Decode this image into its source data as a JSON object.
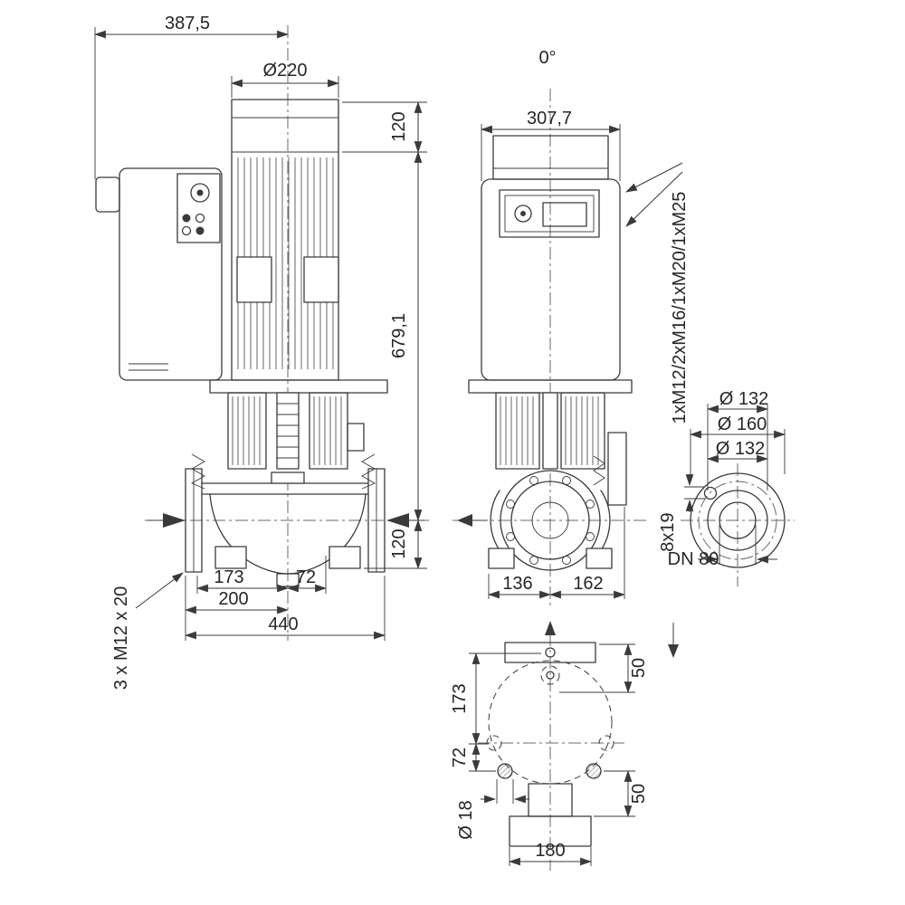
{
  "title": "Pump dimensional drawing",
  "labels": {
    "dim_width_total": "387,5",
    "dim_motor_dia": "Ø220",
    "angle_top": "0°",
    "dim_front_width": "307,7",
    "dim_top_120": "120",
    "dim_height_679": "679,1",
    "dim_bottom_120": "120",
    "cable_glands": "1xM12/2xM16/1xM20/1xM25",
    "dim_flange_132_outer": "Ø 132",
    "dim_flange_160": "Ø 160",
    "dim_flange_132_inner": "Ø 132",
    "dim_bolt_holes": "8x19",
    "dim_nominal_bore": "DN 80",
    "dim_side_173": "173",
    "dim_side_72": "72",
    "dim_side_200": "200",
    "dim_side_440": "440",
    "note_bolts": "3 x M12 x 20",
    "dim_front_136": "136",
    "dim_front_162": "162",
    "dim_plan_173": "173",
    "dim_plan_72": "72",
    "dim_plan_50_upper": "50",
    "dim_plan_50_lower": "50",
    "dim_plan_hole": "Ø 18",
    "dim_plan_180": "180"
  },
  "colors": {
    "line": "#3a3a3a",
    "centerline": "#6a6a6a",
    "background": "#ffffff"
  }
}
